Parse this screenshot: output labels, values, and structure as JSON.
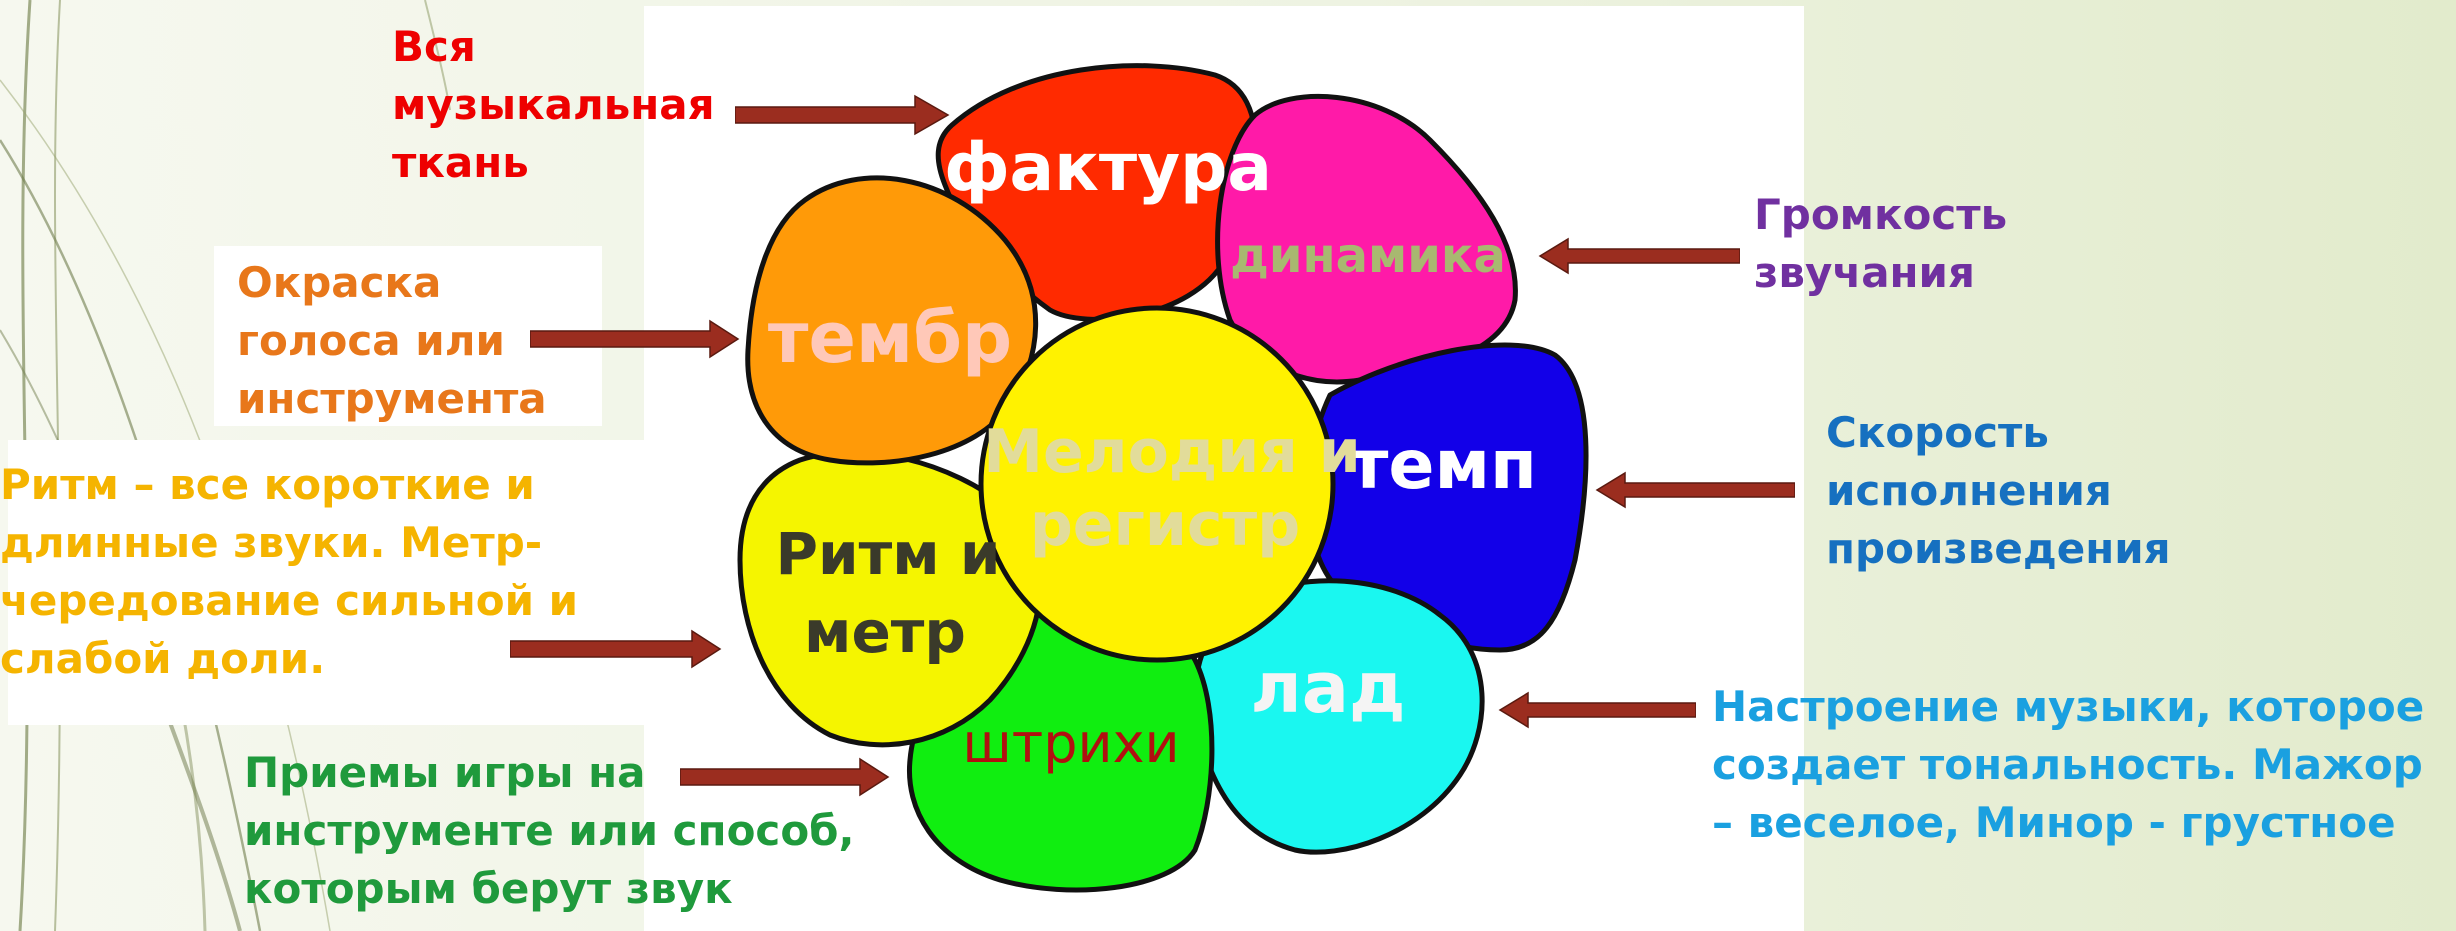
{
  "center": {
    "label_line1": "Мелодия и",
    "label_line2": "регистр",
    "color": "#fff200"
  },
  "petals": {
    "faktura": {
      "label": "фактура",
      "color": "#ff2a00"
    },
    "dinamika": {
      "label": "динамика",
      "color": "#ff1aa8"
    },
    "temp": {
      "label": "темп",
      "color": "#1200e8"
    },
    "lad": {
      "label": "лад",
      "color": "#1af7f0"
    },
    "shtrikhi": {
      "label": "штрихи",
      "color": "#10ee10"
    },
    "ritm": {
      "label_line1": "Ритм и",
      "label_line2": "метр",
      "color": "#f5f500"
    },
    "tembr": {
      "label": "тембр",
      "color": "#ff9a08"
    }
  },
  "annotations": {
    "faktura": {
      "text": "Вся\nмузыкальная\nткань",
      "color": "#ee0000"
    },
    "tembr": {
      "text": "Окраска\nголоса или\nинструмента",
      "color": "#e8771a"
    },
    "ritm": {
      "text": "Ритм – все короткие и\nдлинные звуки. Метр-\nчередование сильной и\nслабой доли.",
      "color": "#f5b400"
    },
    "shtrikhi": {
      "text": "Приемы игры на\nинструменте или способ,\nкоторым берут звук",
      "color": "#1f9a3c"
    },
    "dinamika": {
      "text": "Громкость\nзвучания",
      "color": "#7030a0"
    },
    "temp": {
      "text": "Скорость\nисполнения\nпроизведения",
      "color": "#1670c0"
    },
    "lad": {
      "text": "Настроение музыки, которое\nсоздает тональность. Мажор\n– веселое, Минор - грустное",
      "color": "#1aa0e0"
    }
  },
  "colors": {
    "arrow": "#9b2d1f",
    "outline": "#111111"
  }
}
